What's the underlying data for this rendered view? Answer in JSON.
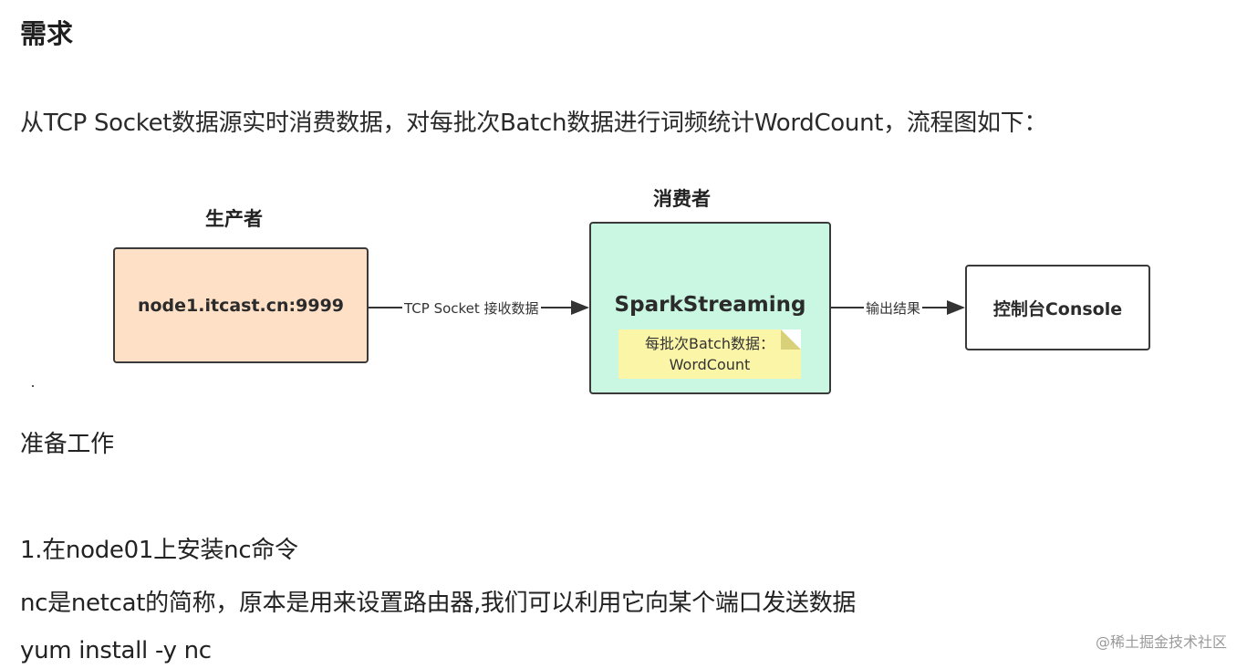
{
  "heading": "需求",
  "intro": "从TCP Socket数据源实时消费数据，对每批次Batch数据进行词频统计WordCount，流程图如下：",
  "diagram": {
    "producer_label": "生产者",
    "consumer_label": "消费者",
    "producer_box": "node1.itcast.cn:9999",
    "consumer_box": "SparkStreaming",
    "note": [
      "每批次Batch数据：",
      "WordCount"
    ],
    "console_box": "控制台Console",
    "edge1_label": "TCP Socket 接收数据",
    "edge2_label": "输出结果"
  },
  "sections": {
    "prep_title": "准备工作",
    "step1": "1.在node01上安装nc命令",
    "step1_desc": "nc是netcat的简称，原本是用来设置路由器,我们可以利用它向某个端口发送数据",
    "command": "yum install -y nc"
  },
  "watermark": "@稀土掘金技术社区"
}
